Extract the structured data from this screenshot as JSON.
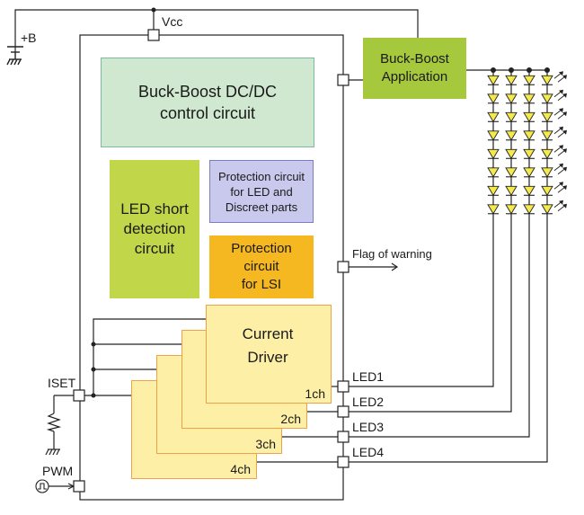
{
  "labels": {
    "vcc": "Vcc",
    "supply": "+B",
    "iset": "ISET",
    "pwm": "PWM",
    "flag": "Flag of warning",
    "led1": "LED1",
    "led2": "LED2",
    "led3": "LED3",
    "led4": "LED4"
  },
  "blocks": {
    "dcdc": "Buck-Boost DC/DC\ncontrol circuit",
    "short_detect": "LED short\ndetection\ncircuit",
    "prot_led": "Protection circuit\nfor LED and\nDiscreet parts",
    "prot_lsi": "Protection\ncircuit\nfor LSI",
    "buck_boost_app": "Buck-Boost\nApplication",
    "driver_title": "Current\nDriver",
    "channels": [
      "1ch",
      "2ch",
      "3ch",
      "4ch"
    ]
  },
  "colors": {
    "dcdc_fill": "#cfe8cf",
    "dcdc_border": "#7fb8a0",
    "short_fill": "#c2d64a",
    "prot_led_fill": "#c9c9ee",
    "prot_led_border": "#7b7bc8",
    "prot_lsi_fill": "#f5b820",
    "app_fill": "#a5c83c",
    "driver_fill": "#fdf0a6",
    "driver_border": "#f0a24a",
    "led_fill": "#f4ea4e"
  },
  "led_strings": 4,
  "leds_per_string": 8
}
